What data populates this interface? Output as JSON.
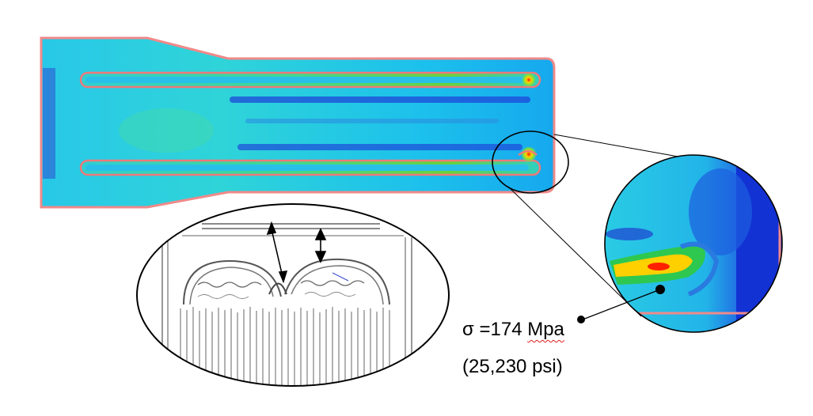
{
  "annotation": {
    "stress_prefix": "σ =174 ",
    "stress_unit": "Mpa",
    "psi_value": "(25,230 psi)"
  },
  "colors": {
    "background_field": "#1ec4e6",
    "high_stress": "#ff2a00",
    "mid_stress": "#7dd63a",
    "low_stress": "#1e3fd0",
    "outline": "#f08080"
  },
  "icons": {
    "leader_dot": "filled-circle",
    "dimension_arrows": "double-headed-arrow"
  }
}
